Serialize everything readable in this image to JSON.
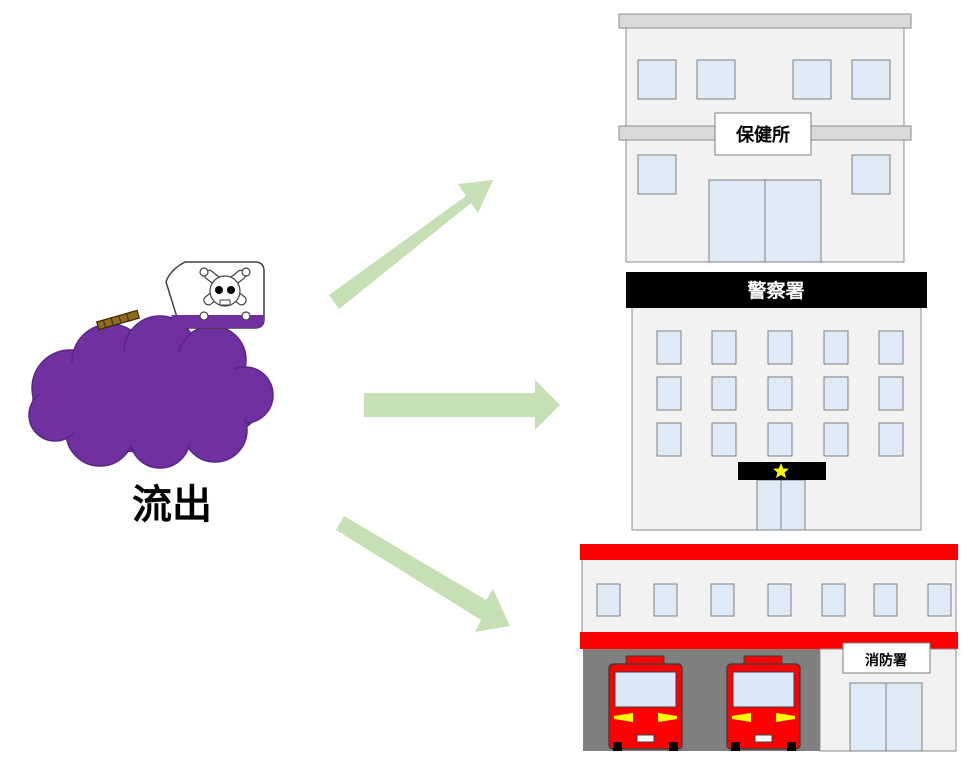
{
  "source": {
    "label": "流出",
    "items": [
      "poison-bottle",
      "cigarette",
      "toxic-cloud"
    ]
  },
  "targets": [
    {
      "id": "health-center",
      "label": "保健所"
    },
    {
      "id": "police-station",
      "label": "警察署"
    },
    {
      "id": "fire-station",
      "label": "消防署"
    }
  ],
  "colors": {
    "cloud": "#7030a0",
    "arrow": "#c5e0b4",
    "window": "#deebf7",
    "wall": "#f2f2f2",
    "police_band": "#000000",
    "fire_red": "#ff0000",
    "truck_window": "#dae8fa",
    "headlight": "#ffff00",
    "star": "#ffff00"
  }
}
